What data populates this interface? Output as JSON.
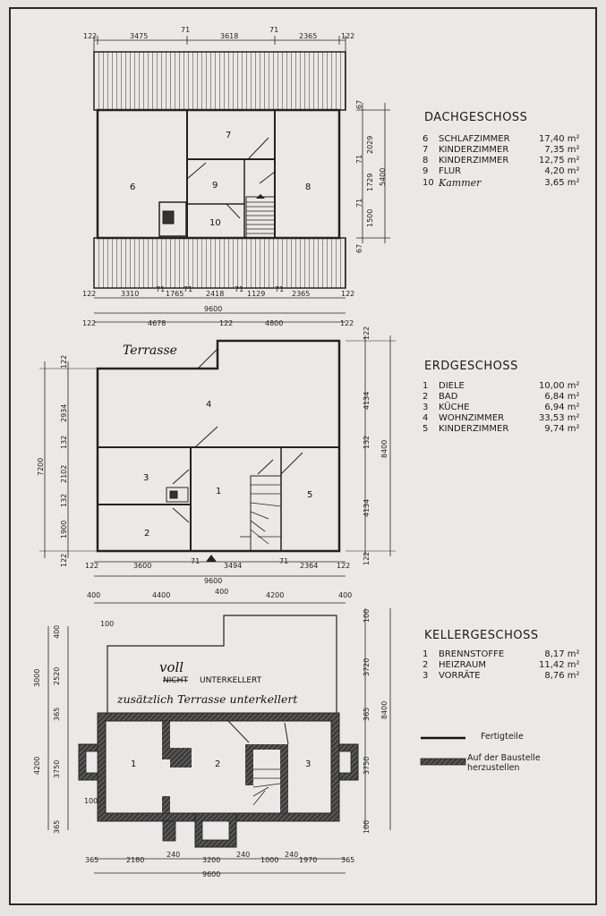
{
  "floors": {
    "dach": {
      "title": "DACHGESCHOSS",
      "rooms": [
        {
          "no": "6",
          "name": "SCHLAFZIMMER",
          "area": "17,40 m²"
        },
        {
          "no": "7",
          "name": "KINDERZIMMER",
          "area": "7,35 m²"
        },
        {
          "no": "8",
          "name": "KINDERZIMMER",
          "area": "12,75 m²"
        },
        {
          "no": "9",
          "name": "FLUR",
          "area": "4,20 m²"
        },
        {
          "no": "10",
          "name": "Kammer",
          "area": "3,65 m²"
        }
      ],
      "plan_labels": [
        "6",
        "7",
        "8",
        "9",
        "10"
      ],
      "dims_top": [
        "122",
        "3475",
        "71",
        "3618",
        "71",
        "2365",
        "122"
      ],
      "dims_bottom": [
        "122",
        "3310",
        "71",
        "1765",
        "71",
        "2418",
        "71",
        "1129",
        "71",
        "2365",
        "122"
      ],
      "dims_overall": "9600",
      "dims_right": [
        "67",
        "2029",
        "71",
        "1729",
        "71",
        "1500",
        "67"
      ],
      "dims_right_total": "5400"
    },
    "erd": {
      "title": "ERDGESCHOSS",
      "rooms": [
        {
          "no": "1",
          "name": "DIELE",
          "area": "10,00 m²"
        },
        {
          "no": "2",
          "name": "BAD",
          "area": "6,84 m²"
        },
        {
          "no": "3",
          "name": "KÜCHE",
          "area": "6,94 m²"
        },
        {
          "no": "4",
          "name": "WOHNZIMMER",
          "area": "33,53 m²"
        },
        {
          "no": "5",
          "name": "KINDERZIMMER",
          "area": "9,74 m²"
        }
      ],
      "plan_labels": [
        "1",
        "2",
        "3",
        "4",
        "5"
      ],
      "annotation": "Terrasse",
      "dims_top": [
        "122",
        "4678",
        "122",
        "4800",
        "122"
      ],
      "dims_bottom": [
        "122",
        "3600",
        "71",
        "3494",
        "71",
        "2364",
        "122"
      ],
      "dims_overall": "9600",
      "dims_left": [
        "122",
        "2934",
        "132",
        "2102",
        "132",
        "1900",
        "122"
      ],
      "dims_left_total": "7200",
      "dims_right": [
        "122",
        "4134",
        "132",
        "4134",
        "122"
      ],
      "dims_right_total": "8400"
    },
    "keller": {
      "title": "KELLERGESCHOSS",
      "rooms": [
        {
          "no": "1",
          "name": "BRENNSTOFFE",
          "area": "8,17 m²"
        },
        {
          "no": "2",
          "name": "HEIZRAUM",
          "area": "11,42 m²"
        },
        {
          "no": "3",
          "name": "VORRÄTE",
          "area": "8,76 m²"
        }
      ],
      "plan_labels": [
        "1",
        "2",
        "3"
      ],
      "note_struck": "NICHT",
      "note_hand": "voll",
      "note_print": "UNTERKELLERT",
      "note_hand2": "zusätzlich Terrasse unterkellert",
      "dims_top": [
        "400",
        "4400",
        "400",
        "4200",
        "400"
      ],
      "dims_bottom": [
        "365",
        "2180",
        "240",
        "3200",
        "240",
        "1000",
        "240",
        "1970",
        "365"
      ],
      "dims_overall": "9600",
      "dims_left": [
        "400",
        "2520",
        "3000",
        "365",
        "3750",
        "4200",
        "365"
      ],
      "dims_right": [
        "100",
        "3720",
        "365",
        "3750",
        "100"
      ],
      "dims_right_total": "8400",
      "misc": [
        "100",
        "100"
      ]
    }
  },
  "legend": {
    "items": [
      {
        "label": "Fertigteile",
        "style": "solid"
      },
      {
        "label": "Auf der Baustelle herzustellen",
        "style": "hatched"
      }
    ]
  }
}
